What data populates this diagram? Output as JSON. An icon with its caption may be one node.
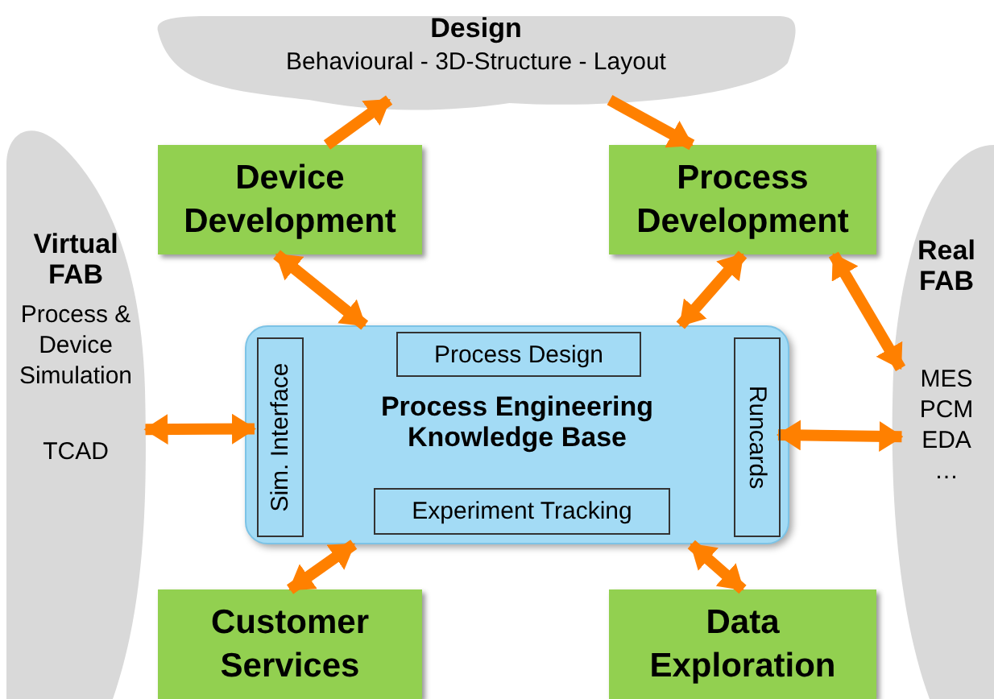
{
  "diagram": {
    "nodes": [
      {
        "text": [
          "Design",
          "Behavioural - 3D-Structure - Layout"
        ]
      },
      {
        "text": [
          "Virtual FAB",
          "Process & Device Simulation",
          "TCAD"
        ]
      },
      {
        "text": [
          "Device Development"
        ]
      },
      {
        "text": [
          "Process Development"
        ]
      },
      {
        "text": [
          "Real FAB",
          "MES PCM EDA …"
        ]
      },
      {
        "text": [
          "Process Engineering Knowledge Base"
        ]
      },
      {
        "text": [
          "Process Design"
        ],
        "in": 5
      },
      {
        "text": [
          "Sim. Interface"
        ],
        "in": 5
      },
      {
        "text": [
          "Runcards"
        ],
        "in": 5
      },
      {
        "text": [
          "Experiment Tracking"
        ],
        "in": 5
      },
      {
        "text": [
          "Customer Services"
        ]
      },
      {
        "text": [
          "Data Exploration"
        ]
      }
    ],
    "edges": [
      {
        "from": 2,
        "to": 0,
        "arrow": "to"
      },
      {
        "from": 0,
        "to": 3,
        "arrow": "to"
      },
      {
        "from": 2,
        "to": 5,
        "arrow": "both"
      },
      {
        "from": 3,
        "to": 5,
        "arrow": "both"
      },
      {
        "from": 3,
        "to": 4,
        "arrow": "both"
      },
      {
        "from": 1,
        "to": 7,
        "arrow": "both"
      },
      {
        "from": 8,
        "to": 4,
        "arrow": "both"
      },
      {
        "from": 5,
        "to": 10,
        "arrow": "both"
      },
      {
        "from": 5,
        "to": 11,
        "arrow": "both"
      }
    ]
  }
}
